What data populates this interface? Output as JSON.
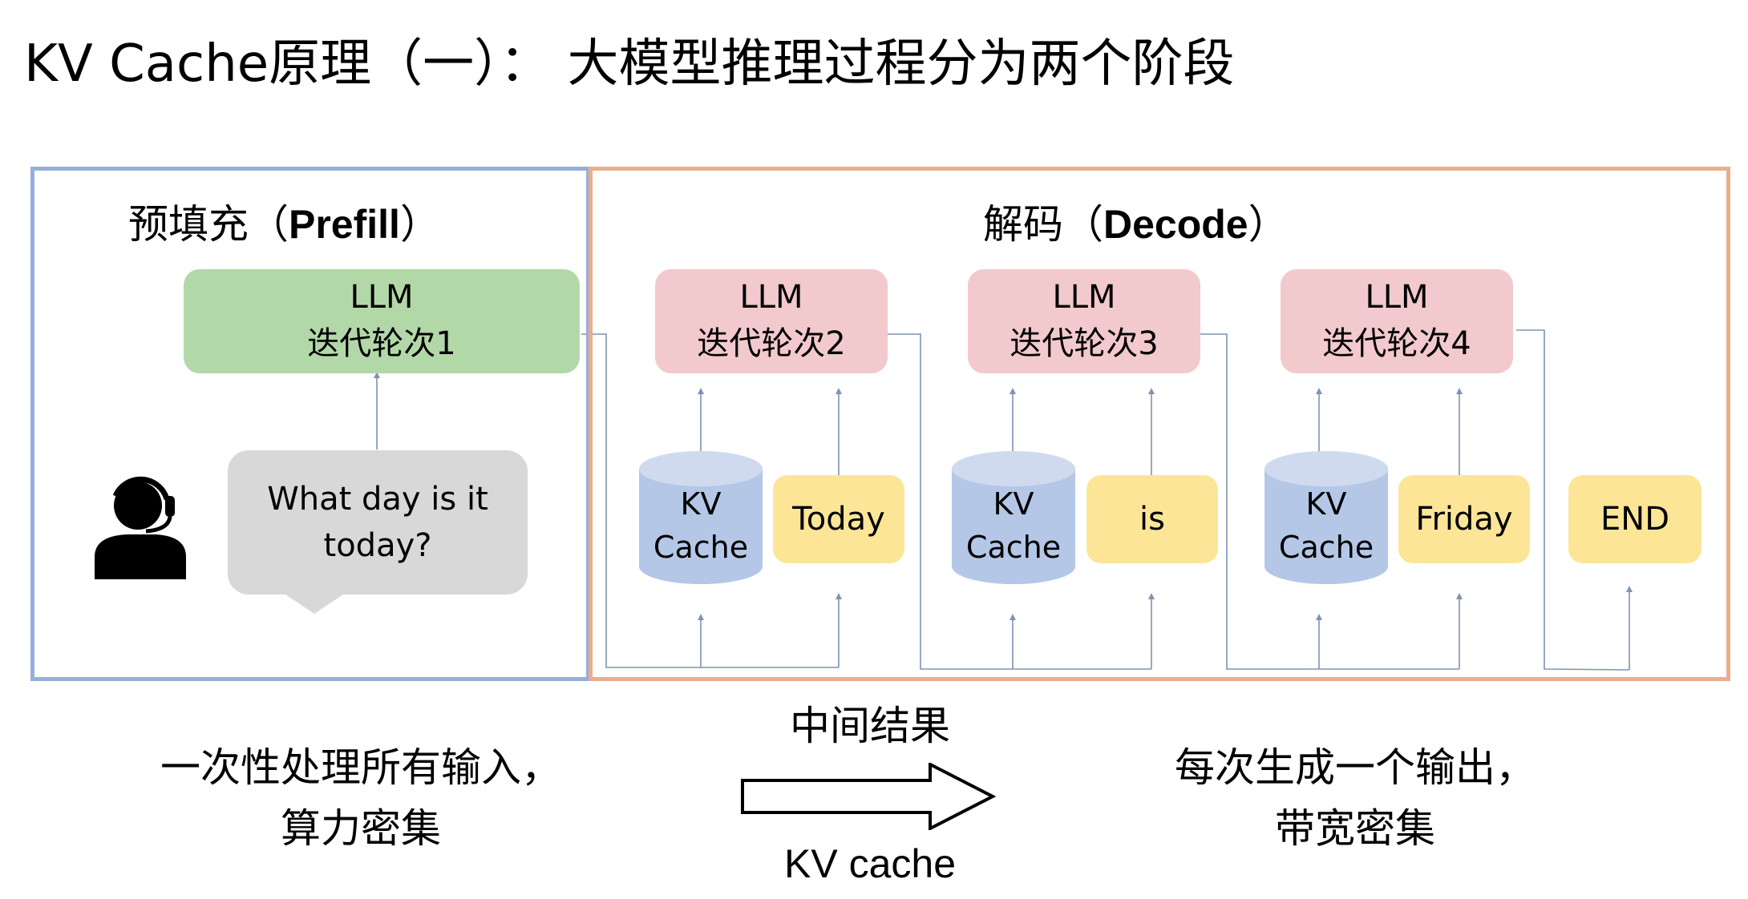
{
  "title": "KV Cache原理（一）： 大模型推理过程分为两个阶段",
  "prefill": {
    "heading_cn": "预填充（",
    "heading_en": "Prefill",
    "heading_close": "）",
    "llm_label": "LLM",
    "iteration_label": "迭代轮次1",
    "user_icon": "user-headset-icon",
    "question": "What day is it today?",
    "caption_line1": "一次性处理所有输入，",
    "caption_line2": "算力密集"
  },
  "decode": {
    "heading_cn": "解码（",
    "heading_en": "Decode",
    "heading_close": "）",
    "steps": [
      {
        "llm_label": "LLM",
        "iteration_label": "迭代轮次2",
        "cache_line1": "KV",
        "cache_line2": "Cache",
        "token": "Today"
      },
      {
        "llm_label": "LLM",
        "iteration_label": "迭代轮次3",
        "cache_line1": "KV",
        "cache_line2": "Cache",
        "token": "is"
      },
      {
        "llm_label": "LLM",
        "iteration_label": "迭代轮次4",
        "cache_line1": "KV",
        "cache_line2": "Cache",
        "token": "Friday"
      }
    ],
    "end_token": "END",
    "caption_line1": "每次生成一个输出，",
    "caption_line2": "带宽密集"
  },
  "transfer": {
    "label_top": "中间结果",
    "label_bottom": "KV cache"
  },
  "colors": {
    "prefill_border": "#97aed9",
    "decode_border": "#eaae8a",
    "prefill_llm": "#b3d8a8",
    "decode_llm": "#f2c9cc",
    "token": "#fde597",
    "kv_cache": "#b4c7e7",
    "bubble": "#d8d8d8",
    "connector": "#7f93b3"
  }
}
